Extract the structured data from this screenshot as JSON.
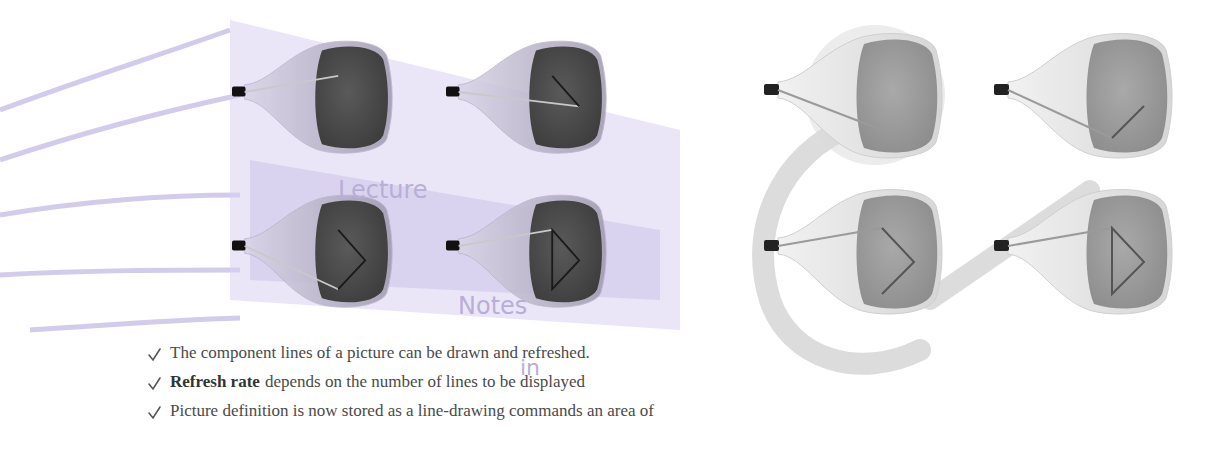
{
  "diagram": {
    "labels": [
      "Lecture",
      "Notes",
      "in",
      "The component lines of a picture can be drawn and refreshed.",
      "Refresh rate",
      "depends on the number of lines to be displayed",
      "Picture definition is now stored as a line-drawing commands an area of"
    ]
  }
}
